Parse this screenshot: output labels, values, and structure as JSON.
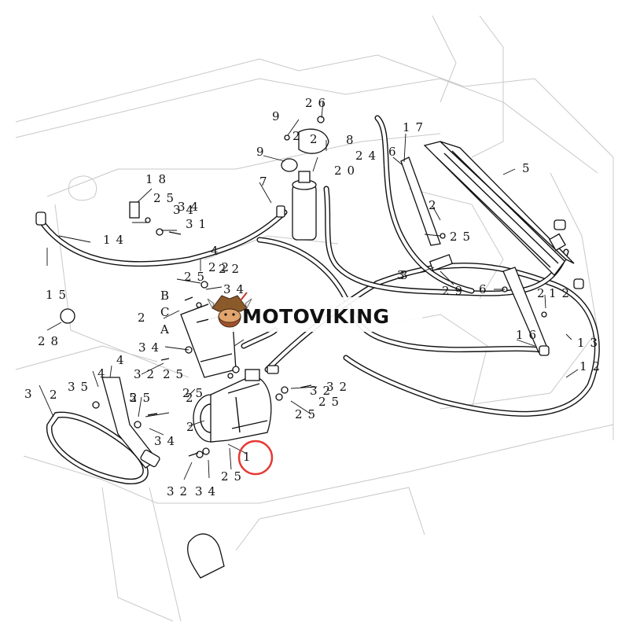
{
  "brand": {
    "name": "MOTOVIKING",
    "logo_icon": "viking-head-icon"
  },
  "highlight": {
    "part": "1",
    "color": "#e53935"
  },
  "callouts": [
    "1",
    "2",
    "3",
    "4",
    "5",
    "6",
    "7",
    "8",
    "9",
    "12",
    "13",
    "14",
    "15",
    "16",
    "17",
    "18",
    "20",
    "22",
    "24",
    "25",
    "26",
    "28",
    "29",
    "31",
    "32",
    "34",
    "35",
    "B",
    "C",
    "A",
    "2",
    "2",
    "2",
    "2",
    "2",
    "2",
    "2",
    "5",
    "4",
    "3",
    "3",
    "4",
    "34",
    "25",
    "32",
    "25",
    "34",
    "32",
    "25",
    "34",
    "25",
    "34",
    "32",
    "25",
    "25",
    "22",
    "34",
    "25",
    "25",
    "9",
    "6",
    "12"
  ]
}
